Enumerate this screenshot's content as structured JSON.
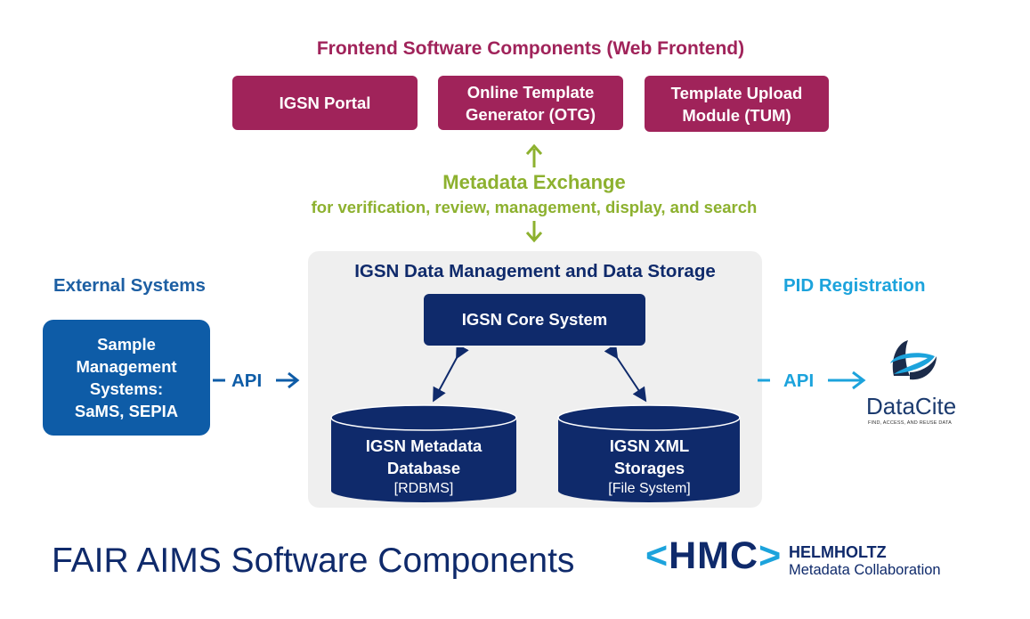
{
  "frontend": {
    "title": "Frontend Software Components (Web Frontend)",
    "boxes": [
      "IGSN Portal",
      "Online Template Generator (OTG)",
      "Template Upload Module (TUM)"
    ]
  },
  "metadata_exchange": {
    "title": "Metadata Exchange",
    "subtitle": "for verification, review, management, display, and search"
  },
  "storage": {
    "title": "IGSN Data Management and Data Storage",
    "core": "IGSN Core System",
    "metadata_db": {
      "name_line1": "IGSN Metadata",
      "name_line2": "Database",
      "type": "[RDBMS]"
    },
    "xml_storage": {
      "name_line1": "IGSN XML",
      "name_line2": "Storages",
      "type": "[File System]"
    }
  },
  "external": {
    "title": "External Systems",
    "box_line1": "Sample",
    "box_line2": "Management",
    "box_line3": "Systems:",
    "box_line4": "SaMS, SEPIA",
    "api": "API"
  },
  "pid": {
    "title": "PID Registration",
    "api": "API",
    "datacite_name": "DataCite",
    "datacite_tagline": "FIND, ACCESS, AND REUSE DATA"
  },
  "footer": {
    "title": "FAIR AIMS Software Components",
    "hmc_logo": "HMC",
    "hmc_name": "HELMHOLTZ",
    "hmc_sub": "Metadata Collaboration"
  },
  "colors": {
    "frontend": "#a0235a",
    "exchange": "#8db12f",
    "navy": "#0f2a6b",
    "external_blue": "#0e5ca7",
    "pid_cyan": "#1ca3dc"
  }
}
